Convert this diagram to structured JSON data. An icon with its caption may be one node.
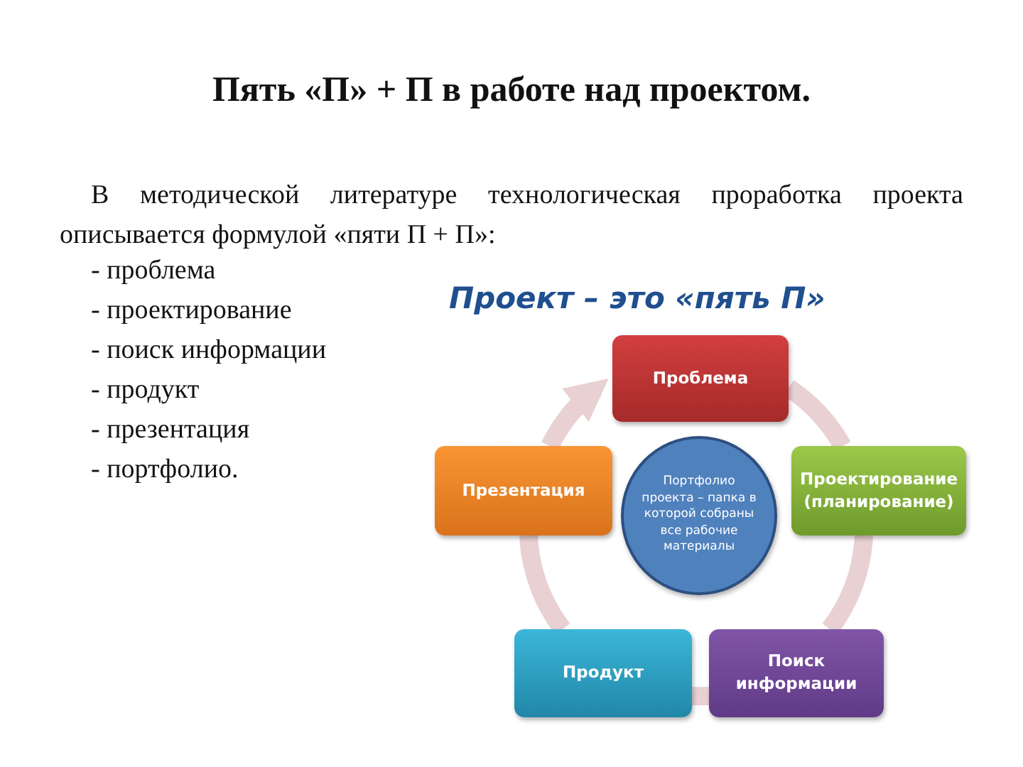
{
  "diagram": {
    "title": "Пять «П» + П в работе над проектом.",
    "nodes": [
      {
        "text": [
          "Проблема"
        ]
      },
      {
        "text": [
          "Проектирование (планирование)"
        ]
      },
      {
        "text": [
          "Поиск информации"
        ]
      },
      {
        "text": [
          "Продукт"
        ]
      },
      {
        "text": [
          "Презентация"
        ]
      },
      {
        "text": [
          "Портфолио проекта – папка в которой собраны все рабочие материалы"
        ]
      }
    ],
    "edges": [
      {
        "from": 0,
        "to": 1,
        "arrow": "none"
      },
      {
        "from": 1,
        "to": 2,
        "arrow": "none"
      },
      {
        "from": 2,
        "to": 3,
        "arrow": "none"
      },
      {
        "from": 3,
        "to": 4,
        "arrow": "none"
      },
      {
        "from": 4,
        "to": 0,
        "arrow": "to"
      }
    ],
    "labels": [
      "В методической литературе технологическая проработка проекта описывается формулой «пяти П + П»:",
      "- проблема",
      "- проектирование",
      "- поиск информации",
      "- продукт",
      "- презентация",
      "- портфолио.",
      "Проект – это «пять П»"
    ]
  }
}
